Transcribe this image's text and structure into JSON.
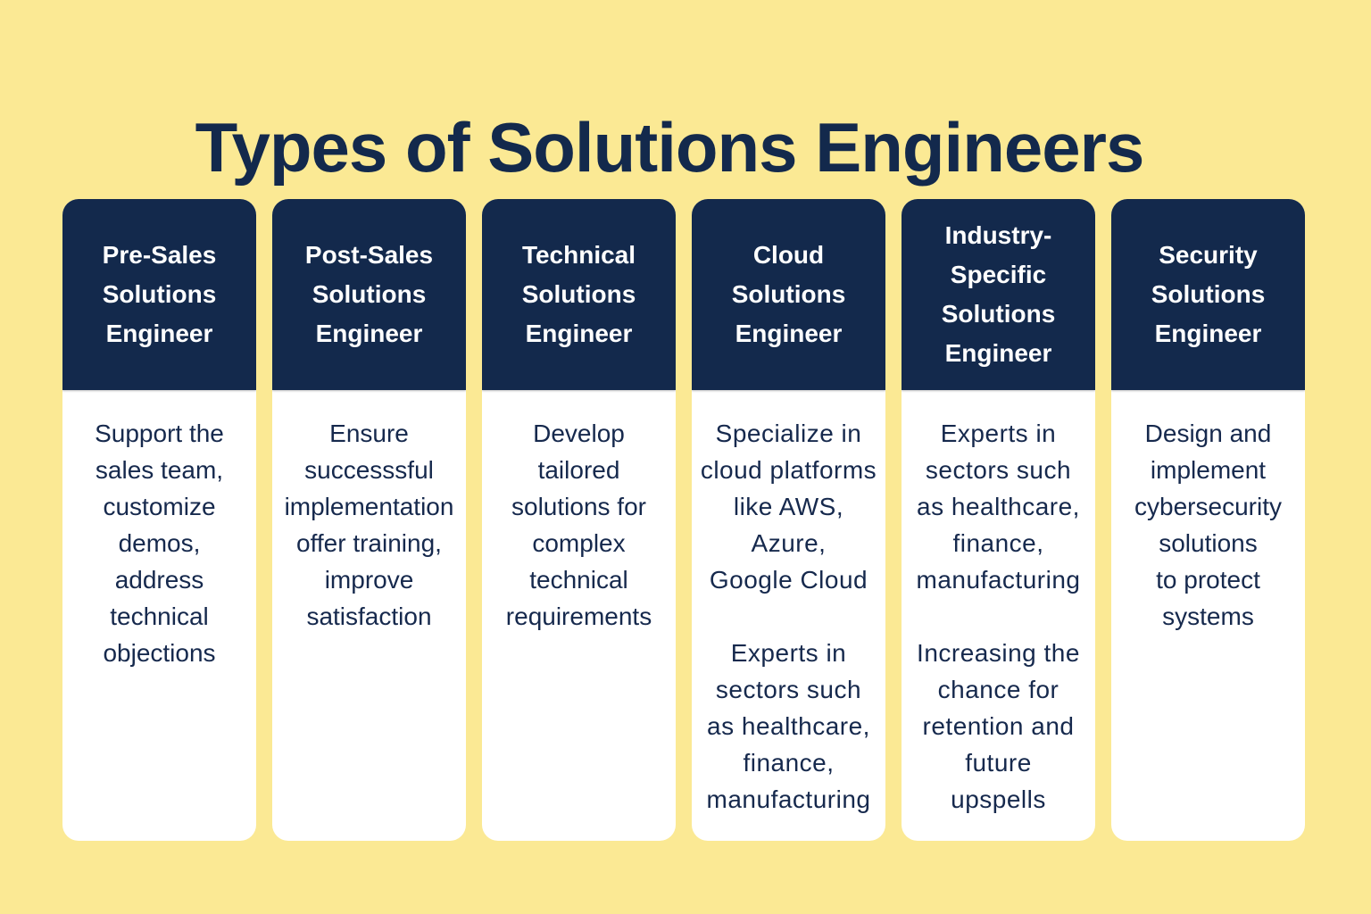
{
  "page": {
    "title": "Types of Solutions Engineers"
  },
  "colors": {
    "background": "#FBE994",
    "card_header_bg": "#13294C",
    "card_body_bg": "#FFFFFF",
    "title_text": "#13294C",
    "header_text": "#FFFFFF",
    "body_text": "#16294D"
  },
  "cards": [
    {
      "title": "Pre-Sales\nSolutions\nEngineer",
      "body": "Support the\nsales team,\ncustomize\ndemos,\naddress\ntechnical\nobjections"
    },
    {
      "title": "Post-Sales\nSolutions\nEngineer",
      "body": "Ensure\nsuccesssful\nimplementation\noffer training,\nimprove\nsatisfaction"
    },
    {
      "title": "Technical\nSolutions\nEngineer",
      "body": "Develop\ntailored\nsolutions for\ncomplex\ntechnical\nrequirements"
    },
    {
      "title": "Cloud\nSolutions\nEngineer",
      "body": "Specialize in\ncloud platforms\nlike AWS,\nAzure,\nGoogle Cloud\n\nExperts in\nsectors such\nas healthcare,\nfinance,\nmanufacturing"
    },
    {
      "title": "Industry-\nSpecific\nSolutions\nEngineer",
      "body": "Experts in\nsectors such\nas healthcare,\nfinance,\nmanufacturing\n\nIncreasing the\nchance for\nretention and\nfuture\nupspells"
    },
    {
      "title": "Security\nSolutions\nEngineer",
      "body": "Design and\nimplement\ncybersecurity\nsolutions\nto protect\nsystems"
    }
  ]
}
